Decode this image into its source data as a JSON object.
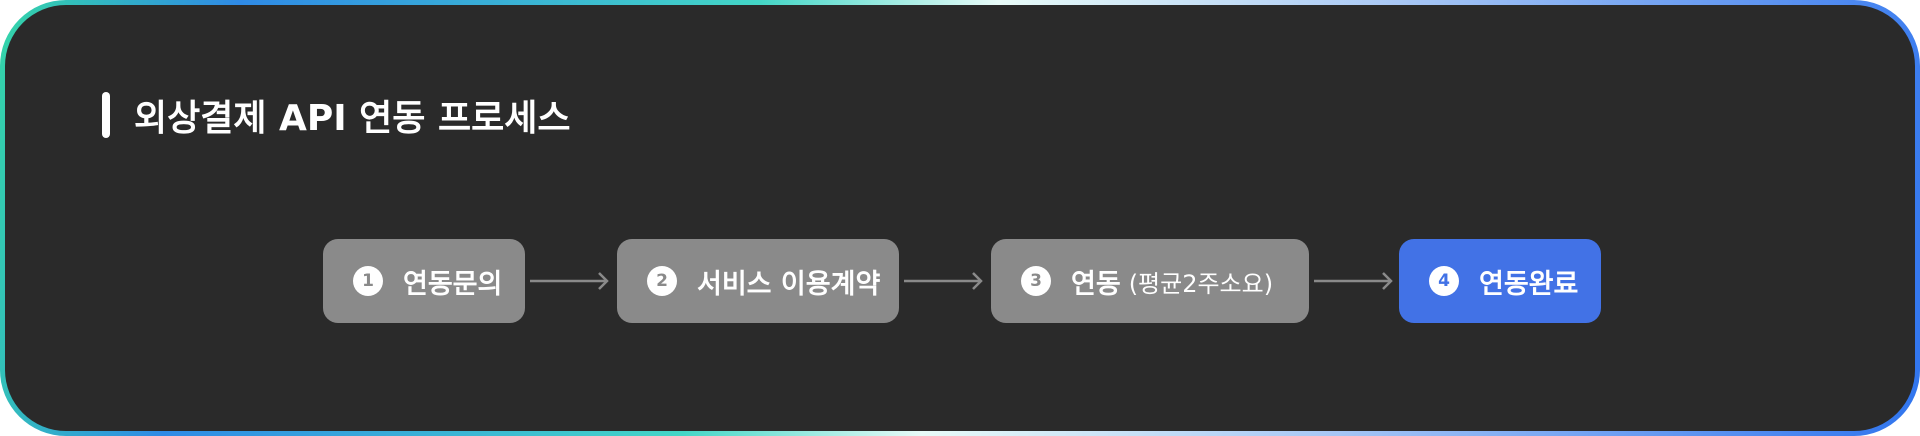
{
  "title": "외상결제 API 연동 프로세스",
  "steps": [
    {
      "number": "1",
      "label": "연동문의",
      "note": ""
    },
    {
      "number": "2",
      "label": "서비스 이용계약",
      "note": ""
    },
    {
      "number": "3",
      "label": "연동",
      "note": "(평균2주소요)"
    },
    {
      "number": "4",
      "label": "연동완료",
      "note": ""
    }
  ],
  "colors": {
    "panel": "#2a2a2a",
    "step_default": "#8a8a8a",
    "step_active": "#4272e6",
    "arrow": "#8a8a8a",
    "text": "#ffffff"
  },
  "active_step": "4"
}
